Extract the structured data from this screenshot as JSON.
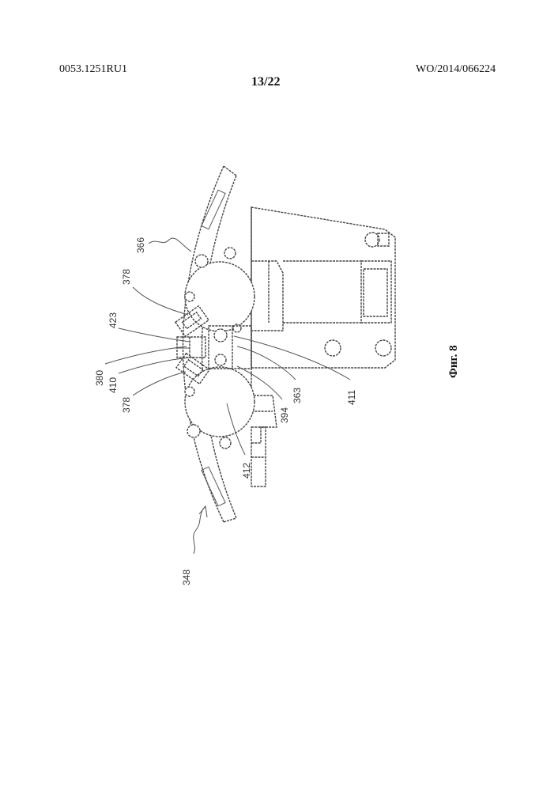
{
  "header": {
    "doc_code": "0053.1251RU1",
    "publication": "WO/2014/066224",
    "page": "13/22"
  },
  "figure": {
    "caption": "Фиг. 8",
    "labels": {
      "l366": "366",
      "l378a": "378",
      "l423": "423",
      "l380": "380",
      "l410": "410",
      "l378b": "378",
      "l412": "412",
      "l394": "394",
      "l363": "363",
      "l411": "411",
      "l348": "348"
    }
  }
}
